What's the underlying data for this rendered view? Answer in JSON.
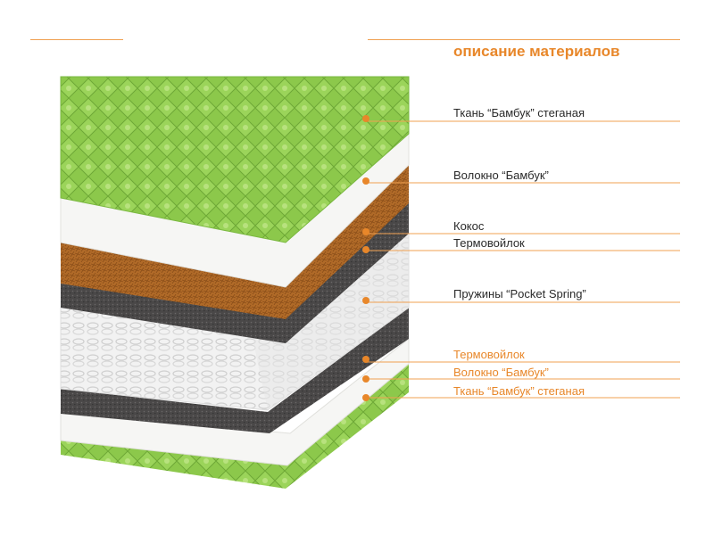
{
  "header": {
    "title": "описание материалов"
  },
  "layers": [
    {
      "label": "Ткань “Бамбук” стеганая",
      "color": "#2a2a2a"
    },
    {
      "label": "Волокно “Бамбук”",
      "color": "#2a2a2a"
    },
    {
      "label": "Кокос",
      "color": "#2a2a2a"
    },
    {
      "label": "Термовойлок",
      "color": "#2a2a2a"
    },
    {
      "label": "Пружины “Pocket Spring”",
      "color": "#2a2a2a"
    },
    {
      "label": "Термовойлок",
      "color": "#e8872a"
    },
    {
      "label": "Волокно “Бамбук”",
      "color": "#e8872a"
    },
    {
      "label": "Ткань “Бамбук” стеганая",
      "color": "#e8872a"
    }
  ],
  "colors": {
    "accent": "#e8872a",
    "line": "#f0a050",
    "bamboo_fabric": "#8cc84b",
    "fiber": "#f6f6f4",
    "coconut": "#b06a28",
    "felt": "#4a4848",
    "springs": "#eeeeee"
  }
}
